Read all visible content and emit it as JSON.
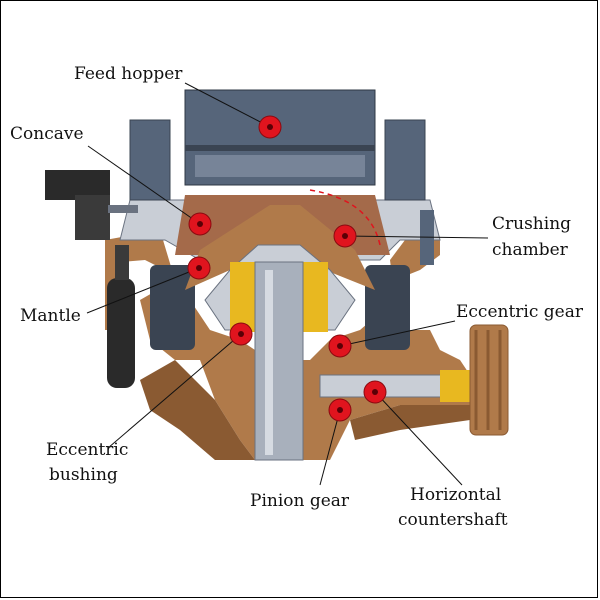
{
  "labels": {
    "feed_hopper": "Feed hopper",
    "concave": "Concave",
    "crushing_chamber_1": "Crushing",
    "crushing_chamber_2": "chamber",
    "mantle": "Mantle",
    "eccentric_gear": "Eccentric gear",
    "eccentric_bushing_1": "Eccentric",
    "eccentric_bushing_2": "bushing",
    "pinion_gear": "Pinion gear",
    "horizontal_countershaft_1": "Horizontal",
    "horizontal_countershaft_2": "countershaft"
  },
  "colors": {
    "frame_bronze": "#b07a4a",
    "frame_bronze_dark": "#8a5a32",
    "steel_blue": "#56657a",
    "steel_dark": "#3a4452",
    "steel_light": "#8e9aab",
    "grey_body": "#c9ced6",
    "shaft": "#a8b0bc",
    "gold": "#e8b820",
    "marker_red": "#e0141e",
    "cone_brown": "#a46a4a",
    "black_motor": "#2a2a2a"
  }
}
